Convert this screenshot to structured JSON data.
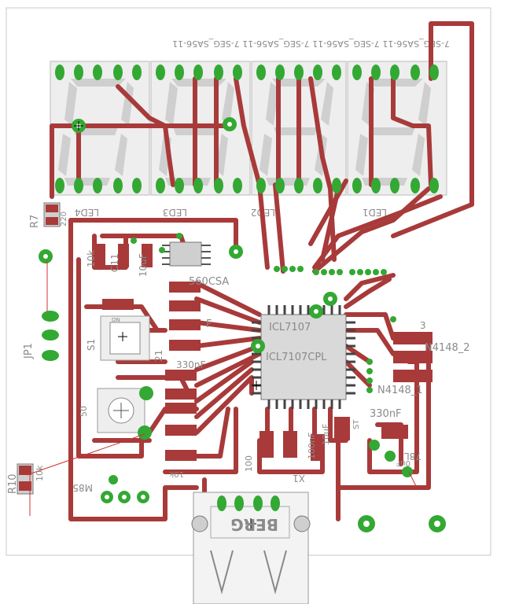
{
  "title": "",
  "colors": {
    "background": "#ffffff",
    "board_outline": "#c8c8c8",
    "trace": "#a83a3a",
    "pad": "#33a833",
    "pad_hole": "#ffffff",
    "silkscreen": "#8a8a8a",
    "body_fill": "#d9d9d9",
    "crosshair": "#000000"
  },
  "displays": {
    "part_label": "7-SEG_SA56-11",
    "top_text": "7-SEG_SA56-11 7-SEG_SA56-11 7-SEG_SA56-11 7-SEG_SA56-11",
    "items": [
      {
        "label": "LED4"
      },
      {
        "label": "LED3"
      },
      {
        "label": "LED2"
      },
      {
        "label": "LED1"
      }
    ]
  },
  "labels": {
    "r7": "R7",
    "r7_value": "220",
    "r_10k_top": "10k",
    "c_10uf_top": "10uF",
    "c_top_right": "C11",
    "ic_560": "560CSA",
    "jp1": "JP1",
    "mcu_name": "ICL7107",
    "mcu_part": "ICL7107CPL",
    "n_4148_2": "N4148_2",
    "n_4148_1": "N4148_1",
    "num_3": "3",
    "c_330nf_right": "330nF",
    "c_330nf_mid": "330nF",
    "c_ff": "F",
    "reg": "78L",
    "reg_value": "0uF",
    "s1": "S1",
    "on": "ON",
    "num_21": "21",
    "r10": "R10",
    "r10_value": "10k",
    "m85": "M85",
    "k10_mid": "10k",
    "r_100": "100",
    "r_100nf": "100nF",
    "x1": "X1",
    "usb_logo": "BERG",
    "st": "ST",
    "c_bottom": "10uF",
    "sg": "50"
  }
}
